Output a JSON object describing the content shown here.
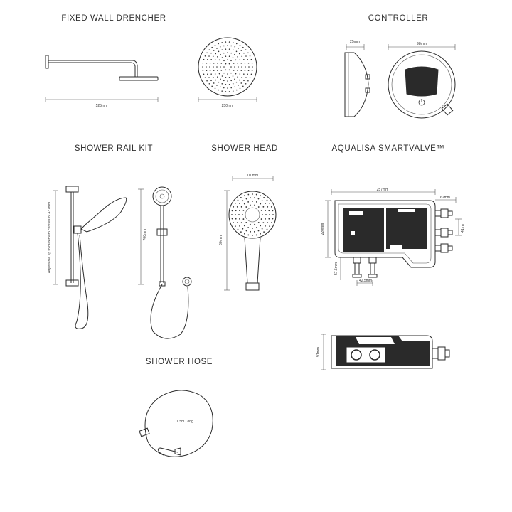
{
  "sections": {
    "fixed_wall_drencher": {
      "title": "FIXED WALL DRENCHER",
      "arm_length": "525mm",
      "head_diameter": "250mm"
    },
    "controller": {
      "title": "CONTROLLER",
      "depth": "25mm",
      "width": "98mm"
    },
    "shower_rail_kit": {
      "title": "SHOWER RAIL KIT",
      "adjustable_note": "Adjustable up to maximum centres of 437mm",
      "height": "700mm"
    },
    "shower_head": {
      "title": "SHOWER HEAD",
      "width": "110mm",
      "length": "60mm"
    },
    "smartvalve": {
      "title": "AQUALISA SMARTVALVE™",
      "width": "257mm",
      "outlet_offset": "62mm",
      "height": "220mm",
      "outlet_centres": "41mm",
      "bottom_height": "57.5mm",
      "inlet_centres": "42.5mm",
      "depth": "91mm"
    },
    "shower_hose": {
      "title": "SHOWER HOSE",
      "length_label": "1.5m Long"
    }
  }
}
